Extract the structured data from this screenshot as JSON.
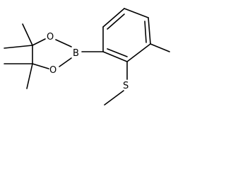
{
  "structure": {
    "atoms": {
      "oxygen_top": "O",
      "oxygen_bottom": "O",
      "boron": "B",
      "sulfur": "S"
    },
    "stroke_color": "#000000",
    "background_color": "#ffffff"
  }
}
